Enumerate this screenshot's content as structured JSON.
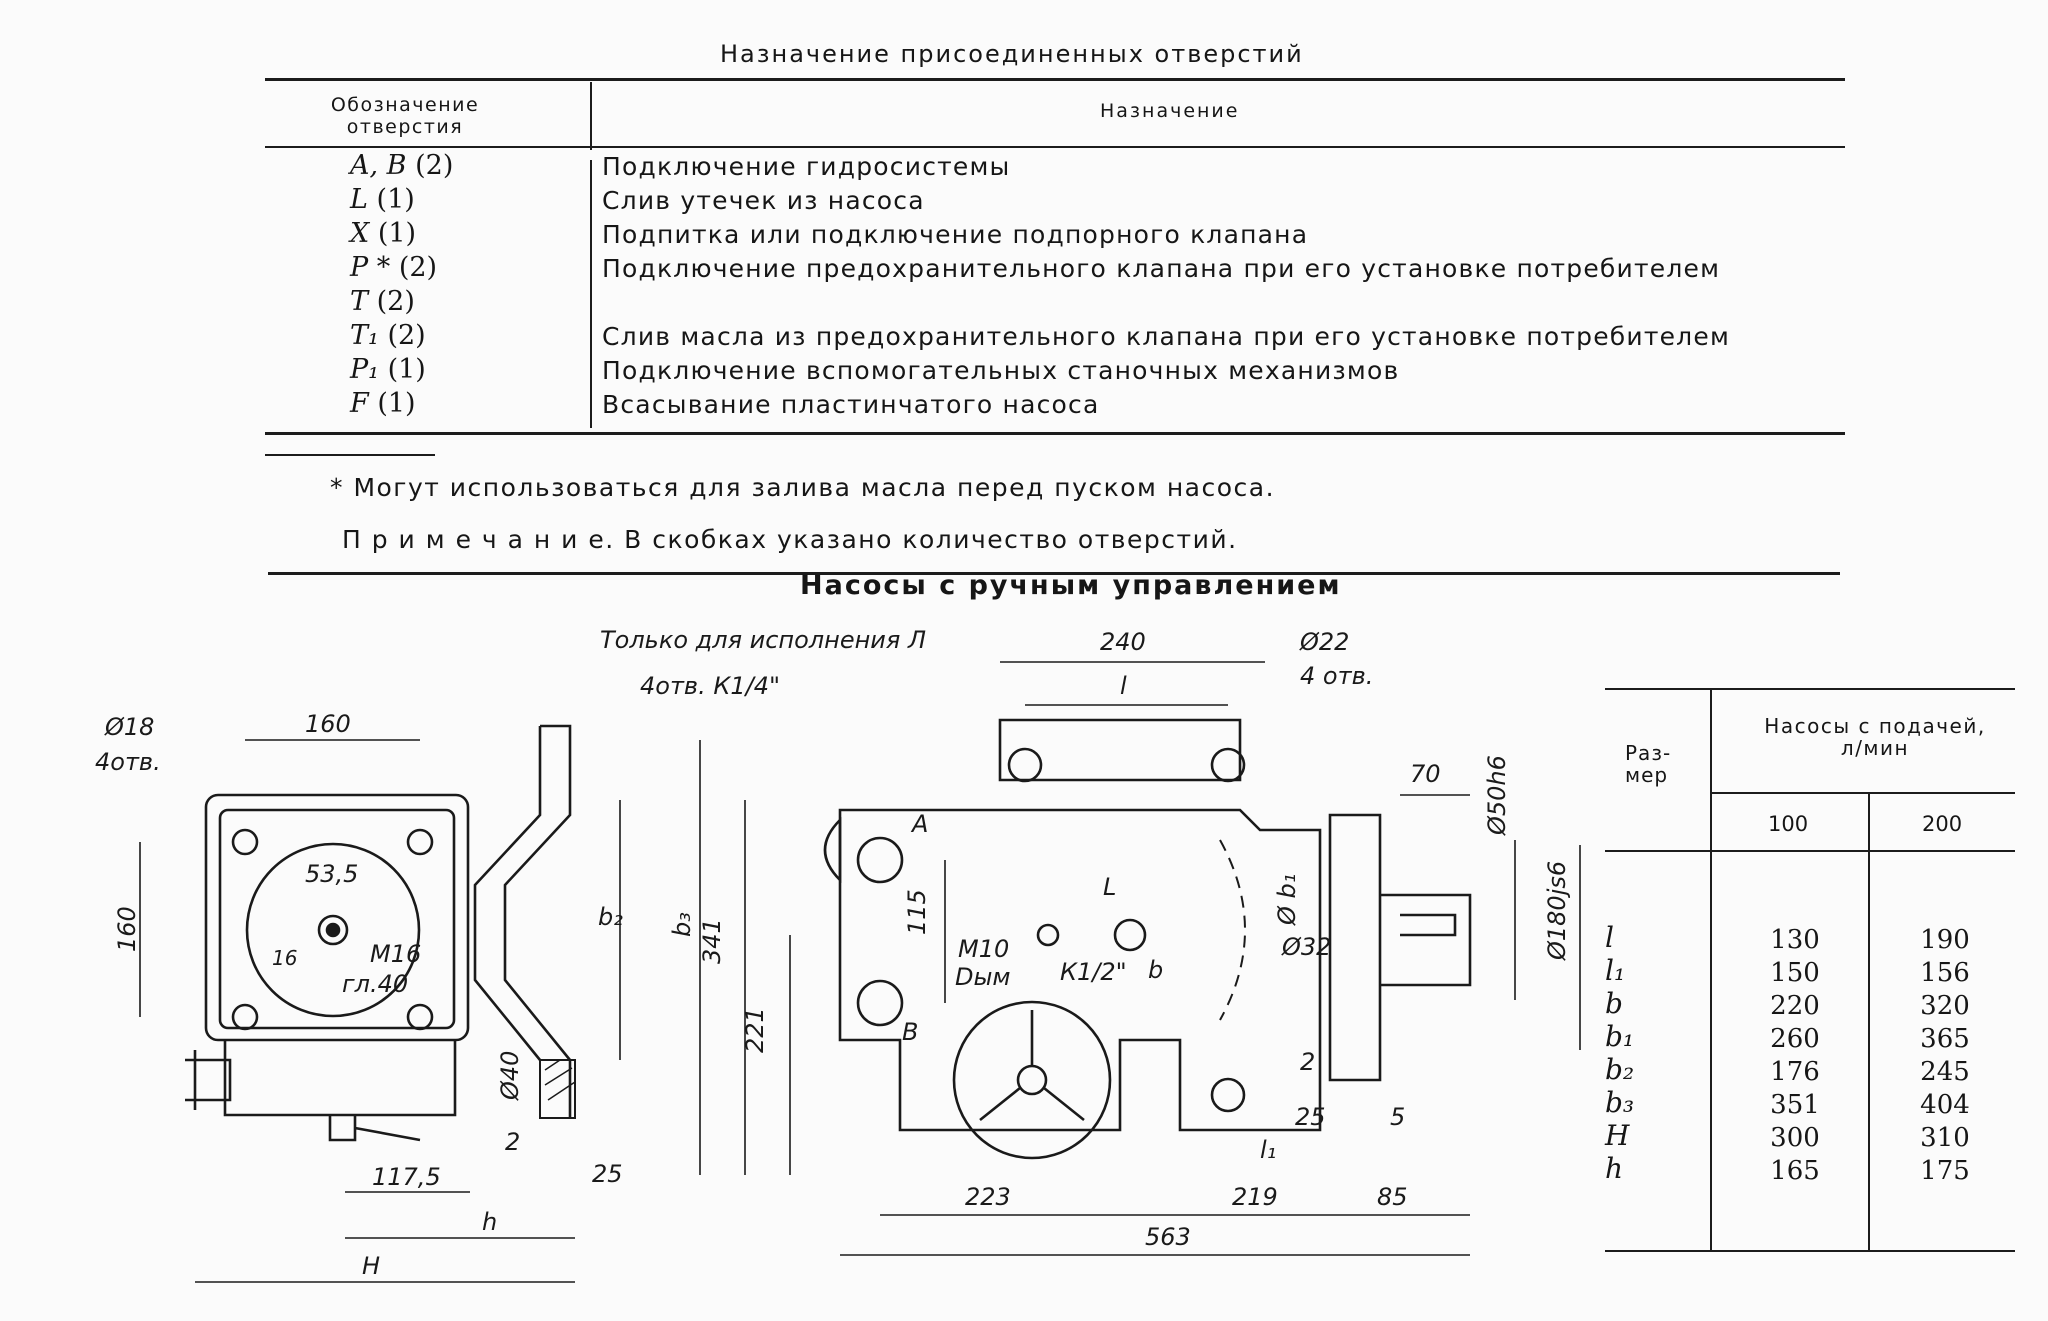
{
  "ports_table": {
    "title": "Назначение присоединенных отверстий",
    "col_designation": "Обозначение отверстия",
    "col_purpose": "Назначение",
    "rows": [
      {
        "code": "A, B",
        "count": "(2)",
        "purpose": "Подключение гидросистемы"
      },
      {
        "code": "L",
        "count": "(1)",
        "purpose": "Слив утечек из насоса"
      },
      {
        "code": "X",
        "count": "(1)",
        "purpose": "Подпитка или подключение подпорного клапана"
      },
      {
        "code": "P *",
        "count": "(2)",
        "purpose": "Подключение предохранительного клапана при его установке потребителем"
      },
      {
        "code": "T",
        "count": "(2)",
        "purpose": ""
      },
      {
        "code": "T₁",
        "count": "(2)",
        "purpose": "Слив масла из предохранительного клапана при его установке потребителем"
      },
      {
        "code": "P₁",
        "count": "(1)",
        "purpose": "Подключение вспомогательных станочных механизмов"
      },
      {
        "code": "F",
        "count": "(1)",
        "purpose": "Всасывание пластинчатого насоса"
      }
    ],
    "footnote": "* Могут использоваться для залива масла перед пуском насоса.",
    "note": "П р и м е ч а н и е. В скобках указано количество отверстий."
  },
  "drawing": {
    "title": "Насосы с ручным управлением",
    "left_view": {
      "dia_holes": "Ø18",
      "holes": "4отв.",
      "dim_160_top": "160",
      "dim_160_side": "160",
      "dim_53_5": "53,5",
      "dim_16": "16",
      "thread": "M16",
      "depth": "гл.40",
      "dim_117_5": "117,5",
      "dim_h": "h",
      "dim_H": "H",
      "only_for": "Только для исполнения Л",
      "dim_b2": "b₂",
      "dia_40": "Ø40",
      "dim_2": "2",
      "dim_25": "25"
    },
    "main_view": {
      "dim_240": "240",
      "dim_l": "l",
      "dia_22": "Ø22",
      "holes_22": "4 отв.",
      "holes_k14": "4отв. К1/4\"",
      "dim_341": "341",
      "dim_b3": "b₃",
      "dim_221": "221",
      "dim_115": "115",
      "label_A": "A",
      "label_B": "B",
      "label_L": "L",
      "m10": "M10",
      "dym": "Dым",
      "k12": "К1/2\"",
      "dim_b": "b",
      "dim_b1": "Ø b₁",
      "dia_32": "Ø32",
      "dim_70": "70",
      "dia_50": "Ø50h6",
      "dia_180": "Ø180js6",
      "dim_2": "2",
      "dim_25": "25",
      "dim_5": "5",
      "dim_l1": "l₁",
      "dim_223": "223",
      "dim_219": "219",
      "dim_85": "85",
      "dim_563": "563"
    }
  },
  "dims_table": {
    "col_size": "Раз-\nмер",
    "col_group": "Насосы с подачей,\nл/мин",
    "col_100": "100",
    "col_200": "200",
    "rows": [
      {
        "size": "l",
        "v100": "130",
        "v200": "190"
      },
      {
        "size": "l₁",
        "v100": "150",
        "v200": "156"
      },
      {
        "size": "b",
        "v100": "220",
        "v200": "320"
      },
      {
        "size": "b₁",
        "v100": "260",
        "v200": "365"
      },
      {
        "size": "b₂",
        "v100": "176",
        "v200": "245"
      },
      {
        "size": "b₃",
        "v100": "351",
        "v200": "404"
      },
      {
        "size": "H",
        "v100": "300",
        "v200": "310"
      },
      {
        "size": "h",
        "v100": "165",
        "v200": "175"
      }
    ]
  }
}
